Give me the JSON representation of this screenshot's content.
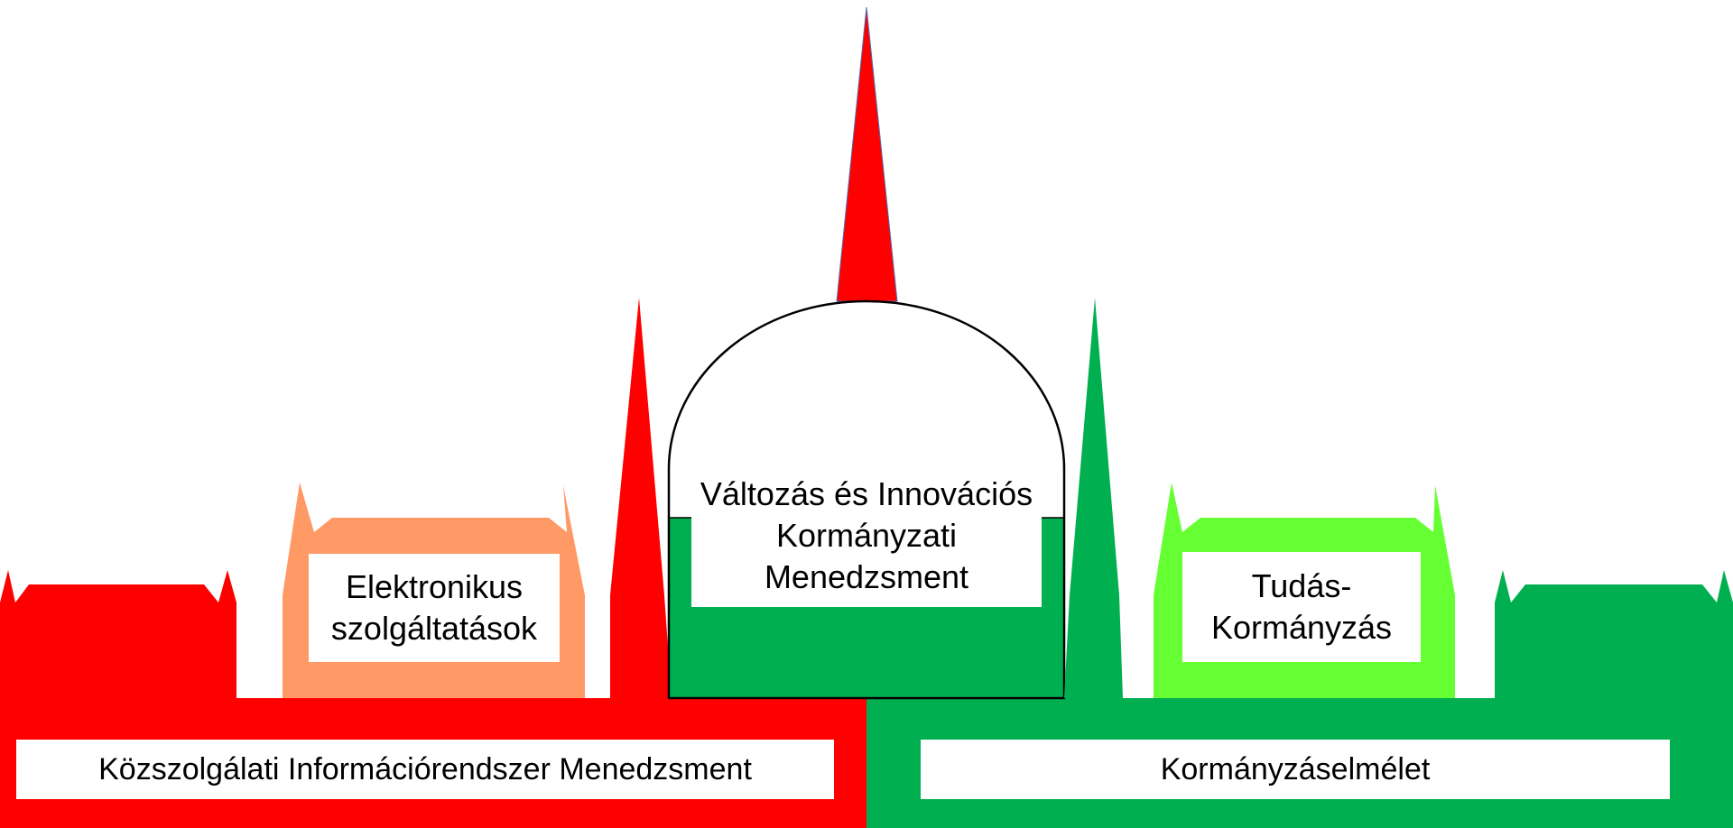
{
  "colors": {
    "red": "#ff0000",
    "orange": "#ff9966",
    "green": "#00b050",
    "light_green": "#66ff33",
    "white": "#ffffff",
    "outline": "#000000"
  },
  "blocks": {
    "left_base": "Közszolgálati Információrendszer Menedzsment",
    "right_base": "Kormányzáselmélet",
    "left_wing": [
      "Elektronikus",
      "szolgáltatások"
    ],
    "dome": [
      "Változás és Innovációs",
      "Kormányzati",
      "Menedzsment"
    ],
    "right_wing": [
      "Tudás-",
      "Kormányzás"
    ]
  }
}
